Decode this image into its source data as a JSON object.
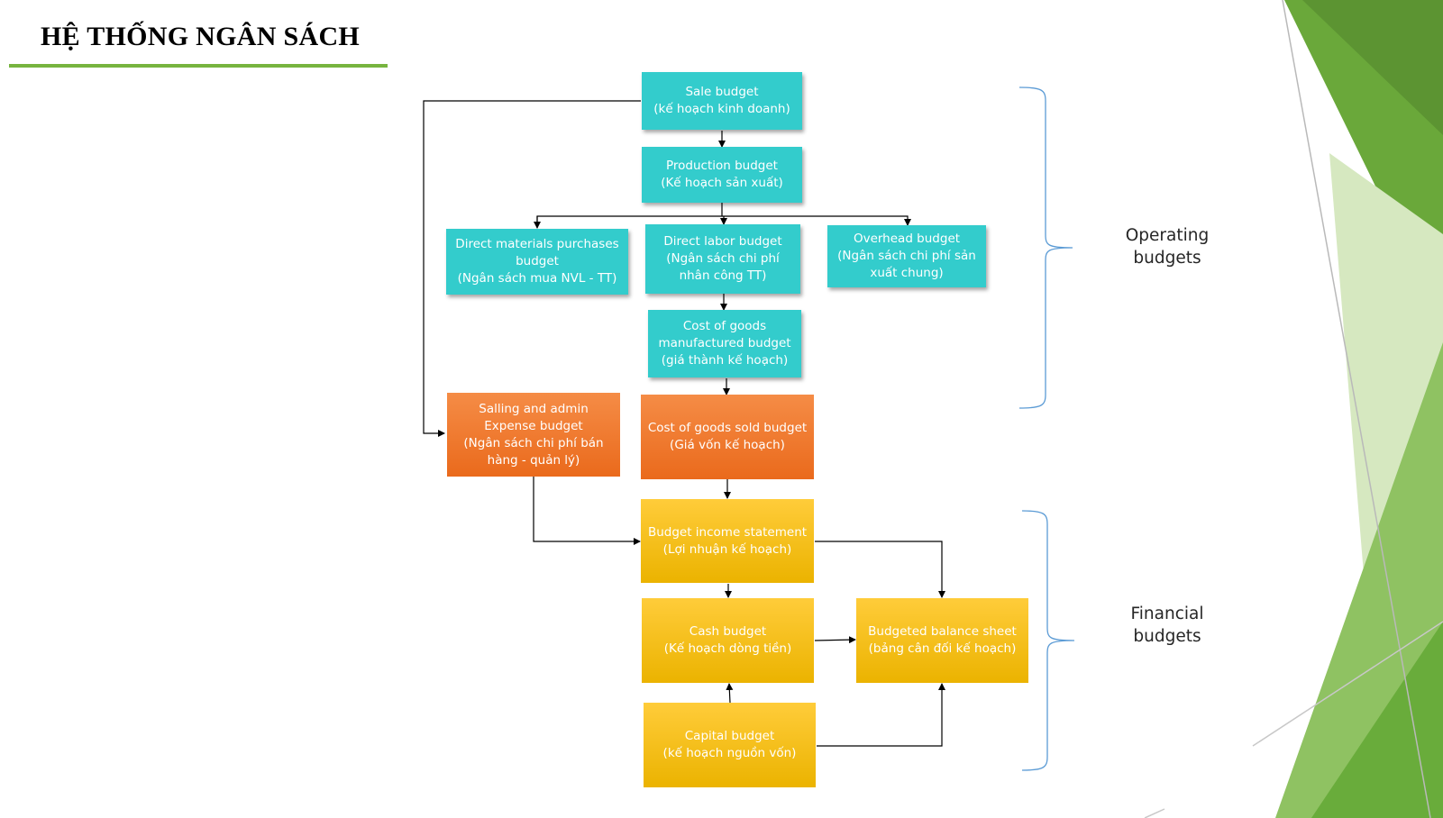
{
  "title": "HỆ THỐNG NGÂN SÁCH",
  "nodes": {
    "sale": [
      "Sale budget",
      "(kế hoạch kinh doanh)"
    ],
    "production": [
      "Production budget",
      "(Kế hoạch sản xuất)"
    ],
    "direct_materials": [
      "Direct materials purchases",
      "budget",
      "(Ngân sách mua NVL - TT)"
    ],
    "direct_labor": [
      "Direct labor budget",
      "(Ngân sách chi phí",
      "nhân công TT)"
    ],
    "overhead": [
      "Overhead budget",
      "(Ngân sách chi phí sản",
      "xuất chung)"
    ],
    "cogm": [
      "Cost of goods",
      "manufactured budget",
      "(giá thành kế hoạch)"
    ],
    "selling_admin": [
      "Salling and admin",
      "Expense budget",
      "(Ngân sách chi phí bán",
      "hàng - quản lý)"
    ],
    "cogs": [
      "Cost of goods sold budget",
      "(Giá vốn kế hoạch)"
    ],
    "income_statement": [
      "Budget income statement",
      "(Lợi nhuận kế hoạch)"
    ],
    "cash": [
      "Cash budget",
      "(Kế hoạch dòng tiền)"
    ],
    "balance_sheet": [
      "Budgeted balance sheet",
      "(bảng cân đối kế hoạch)"
    ],
    "capital": [
      "Capital budget",
      "(kế hoạch nguồn vốn)"
    ]
  },
  "groups": {
    "operating": [
      "Operating",
      "budgets"
    ],
    "financial": [
      "Financial",
      "budgets"
    ]
  },
  "colors": {
    "operating_node": "#33cccc",
    "intermediate_node": "#ef7a2e",
    "financial_node": "#f5bf12",
    "brace": "#5b9bd5",
    "accent": "#77b43f"
  }
}
